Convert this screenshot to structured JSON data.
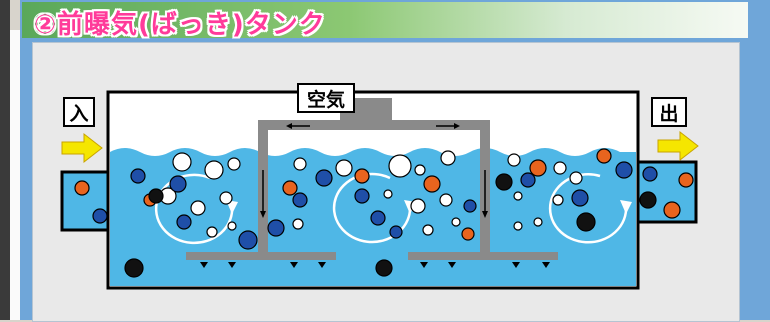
{
  "title": "②前曝気(ばっき)タンク",
  "diagram": {
    "labels": {
      "inlet": "入",
      "outlet": "出",
      "air": "空気"
    }
  },
  "colors": {
    "frame": "#6fa6d9",
    "water": "#4fb7e6",
    "title_text": "#ff3b9a",
    "particle_orange": "#e8641e",
    "particle_blue": "#1f4fa8",
    "particle_black": "#111111",
    "arrow_yellow": "#f5e600",
    "pipe_gray": "#8a8a8a"
  }
}
